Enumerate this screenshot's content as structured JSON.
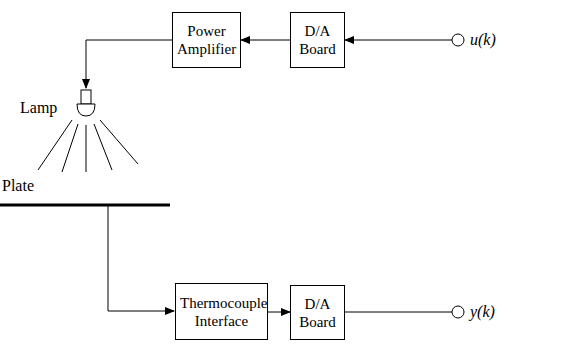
{
  "diagram": {
    "nodes": [
      {
        "text": [
          "Power Amplifier"
        ]
      },
      {
        "text": [
          "D/A Board"
        ]
      },
      {
        "text": [
          "Thermocouple Interface"
        ]
      },
      {
        "text": [
          "D/A Board"
        ]
      }
    ],
    "edges": [
      {
        "from": 1,
        "to": 0,
        "arrow": "to"
      },
      {
        "from": 2,
        "to": 3,
        "arrow": "to"
      }
    ],
    "labels": [
      "u(k)",
      "Lamp",
      "Plate",
      "y(k)"
    ]
  }
}
